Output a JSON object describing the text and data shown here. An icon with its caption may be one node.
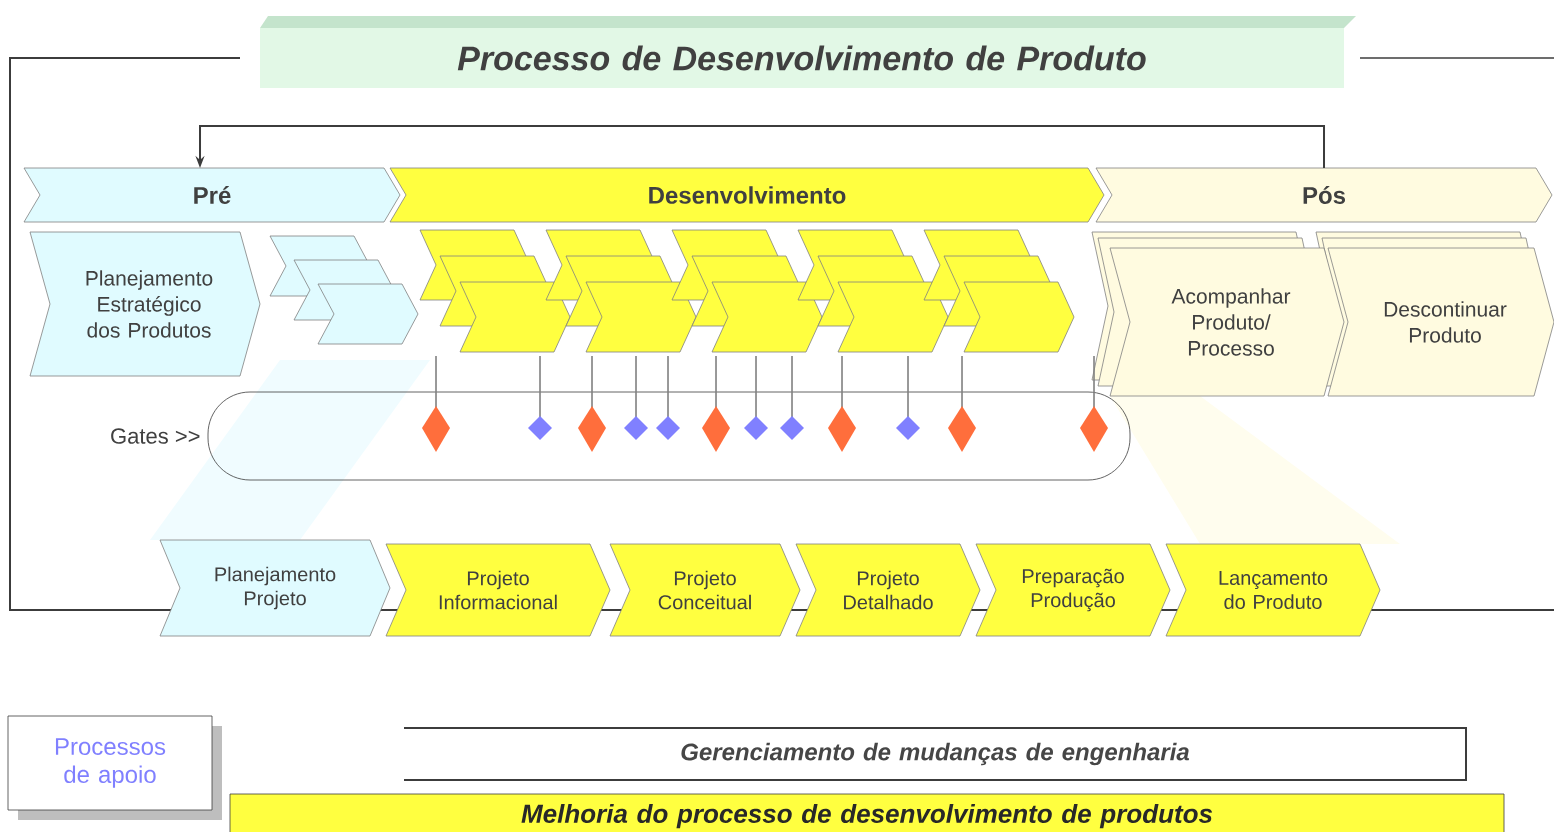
{
  "diagram": {
    "nodes": [
      {
        "text": [
          "Processo de Desenvolvimento de Produto"
        ]
      },
      {
        "text": [
          "Pré"
        ]
      },
      {
        "text": [
          "Desenvolvimento"
        ]
      },
      {
        "text": [
          "Pós"
        ]
      },
      {
        "text": [
          "Planejamento Estratégico dos Produtos"
        ]
      },
      {
        "text": [
          "Acompanhar Produto/ Processo"
        ]
      },
      {
        "text": [
          "Descontinuar Produto"
        ]
      },
      {
        "text": [
          "Gates >>"
        ]
      },
      {
        "text": [
          "Planejamento Projeto"
        ]
      },
      {
        "text": [
          "Projeto Informacional"
        ]
      },
      {
        "text": [
          "Projeto Conceitual"
        ]
      },
      {
        "text": [
          "Projeto Detalhado"
        ]
      },
      {
        "text": [
          "Preparação Produção"
        ]
      },
      {
        "text": [
          "Lançamento do Produto"
        ]
      },
      {
        "text": [
          "Processos de apoio"
        ]
      },
      {
        "text": [
          "Gerenciamento de mudanças de engenharia"
        ]
      },
      {
        "text": [
          "Melhoria do processo de desenvolvimento de produtos"
        ]
      }
    ],
    "edges": [
      {
        "from": 3,
        "to": 1,
        "arrow": "to"
      }
    ]
  }
}
